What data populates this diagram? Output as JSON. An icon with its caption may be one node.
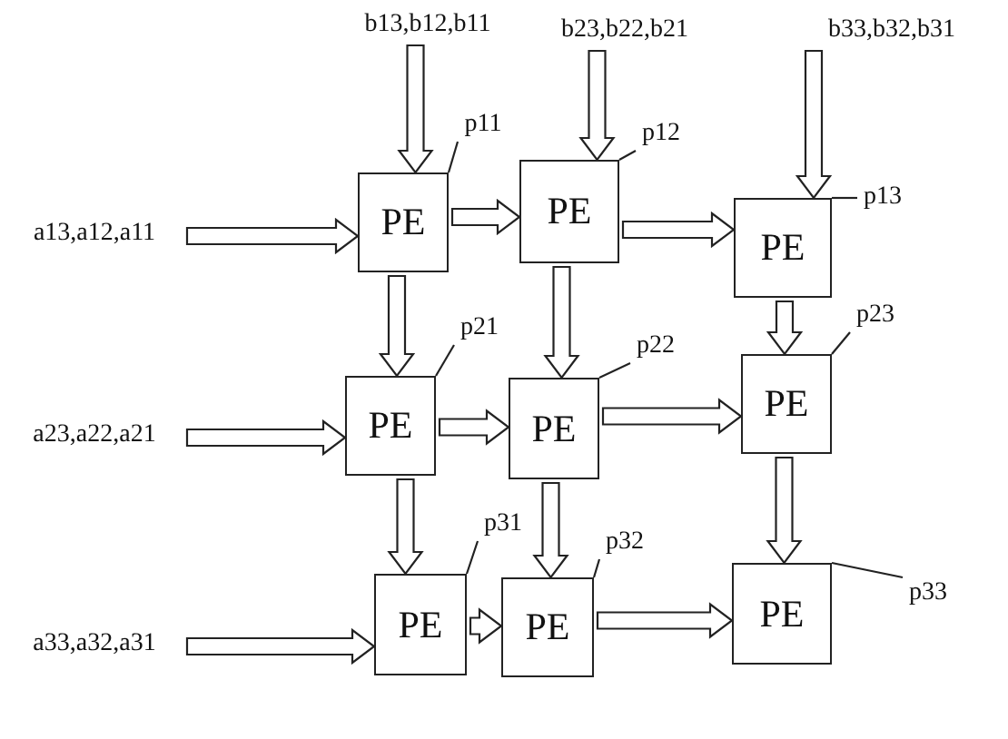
{
  "diagram": {
    "nodes": [
      {
        "text": [
          "b13,b12,b11"
        ]
      },
      {
        "text": [
          "b23,b22,b21"
        ]
      },
      {
        "text": [
          "b33,b32,b31"
        ]
      },
      {
        "text": [
          "p11"
        ]
      },
      {
        "text": [
          "p12"
        ]
      },
      {
        "text": [
          "p13"
        ]
      },
      {
        "text": [
          "a13,a12,a11"
        ]
      },
      {
        "text": [
          "PE"
        ]
      },
      {
        "text": [
          "PE"
        ]
      },
      {
        "text": [
          "PE"
        ]
      },
      {
        "text": [
          "p21"
        ]
      },
      {
        "text": [
          "p22"
        ]
      },
      {
        "text": [
          "p23"
        ]
      },
      {
        "text": [
          "a23,a22,a21"
        ]
      },
      {
        "text": [
          "PE"
        ]
      },
      {
        "text": [
          "PE"
        ]
      },
      {
        "text": [
          "PE"
        ]
      },
      {
        "text": [
          "p31"
        ]
      },
      {
        "text": [
          "p32"
        ]
      },
      {
        "text": [
          "p33"
        ]
      },
      {
        "text": [
          "a33,a32,a31"
        ]
      },
      {
        "text": [
          "PE"
        ]
      },
      {
        "text": [
          "PE"
        ]
      },
      {
        "text": [
          "PE"
        ]
      }
    ],
    "edges": [
      {
        "from": 0,
        "to": 7,
        "arrow": "to"
      },
      {
        "from": 1,
        "to": 8,
        "arrow": "to"
      },
      {
        "from": 2,
        "to": 9,
        "arrow": "to"
      },
      {
        "from": 6,
        "to": 7,
        "arrow": "to"
      },
      {
        "from": 13,
        "to": 14,
        "arrow": "to"
      },
      {
        "from": 20,
        "to": 21,
        "arrow": "to"
      },
      {
        "from": 7,
        "to": 8,
        "arrow": "to"
      },
      {
        "from": 8,
        "to": 9,
        "arrow": "to"
      },
      {
        "from": 14,
        "to": 15,
        "arrow": "to"
      },
      {
        "from": 15,
        "to": 16,
        "arrow": "to"
      },
      {
        "from": 21,
        "to": 22,
        "arrow": "to"
      },
      {
        "from": 22,
        "to": 23,
        "arrow": "to"
      },
      {
        "from": 7,
        "to": 14,
        "arrow": "to"
      },
      {
        "from": 8,
        "to": 15,
        "arrow": "to"
      },
      {
        "from": 9,
        "to": 16,
        "arrow": "to"
      },
      {
        "from": 14,
        "to": 21,
        "arrow": "to"
      },
      {
        "from": 15,
        "to": 22,
        "arrow": "to"
      },
      {
        "from": 16,
        "to": 23,
        "arrow": "to"
      },
      {
        "from": 3,
        "to": 7,
        "arrow": "none"
      },
      {
        "from": 4,
        "to": 8,
        "arrow": "none"
      },
      {
        "from": 5,
        "to": 9,
        "arrow": "none"
      },
      {
        "from": 10,
        "to": 14,
        "arrow": "none"
      },
      {
        "from": 11,
        "to": 15,
        "arrow": "none"
      },
      {
        "from": 12,
        "to": 16,
        "arrow": "none"
      },
      {
        "from": 17,
        "to": 21,
        "arrow": "none"
      },
      {
        "from": 18,
        "to": 22,
        "arrow": "none"
      },
      {
        "from": 19,
        "to": 23,
        "arrow": "none"
      }
    ]
  }
}
